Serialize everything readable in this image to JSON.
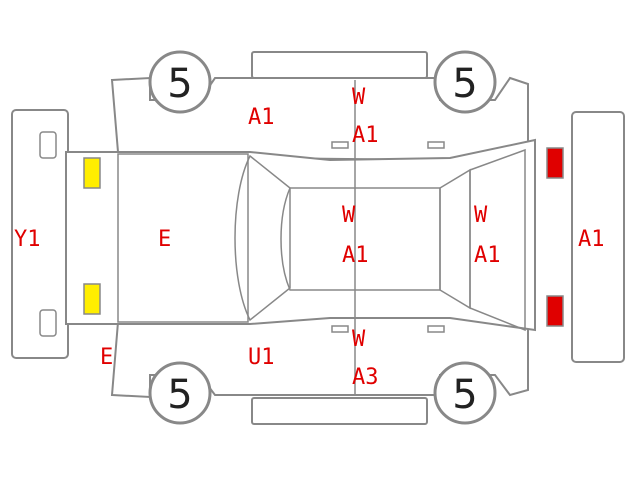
{
  "diagram": {
    "wheels": {
      "front_left": "5",
      "front_right": "5",
      "rear_left": "5",
      "rear_right": "5"
    },
    "codes": {
      "rear_bumper": "Y1",
      "trunk": "E",
      "rear_bottom_corner": "E",
      "left_rear_pillar": "A1",
      "left_side_w": "W",
      "left_side_a1": "A1",
      "roof_w": "W",
      "roof_a1": "A1",
      "windshield_w": "W",
      "windshield_a1": "A1",
      "front_bumper": "A1",
      "right_rear_pillar": "U1",
      "right_side_w": "W",
      "right_side_a3": "A3"
    },
    "colors": {
      "code_text": "#e00000",
      "rear_lights": "#ffee00",
      "front_lights": "#e00000",
      "outline": "#888888"
    }
  }
}
